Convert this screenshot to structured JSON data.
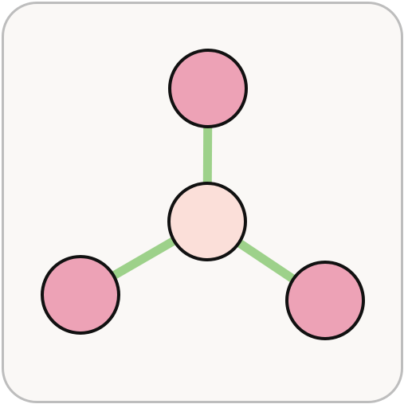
{
  "diagram": {
    "colors": {
      "background": "#faf8f6",
      "frame_border": "#bdbdbd",
      "bond": "#9dd18a",
      "center_node_fill": "#fbdfd9",
      "outer_node_fill": "#eda2b6",
      "node_outline": "#111111"
    },
    "nodes": [
      {
        "id": "center",
        "role": "center"
      },
      {
        "id": "top",
        "role": "outer"
      },
      {
        "id": "bottom-left",
        "role": "outer"
      },
      {
        "id": "bottom-right",
        "role": "outer"
      }
    ],
    "edges": [
      {
        "from": "center",
        "to": "top"
      },
      {
        "from": "center",
        "to": "bottom-left"
      },
      {
        "from": "center",
        "to": "bottom-right"
      }
    ]
  }
}
